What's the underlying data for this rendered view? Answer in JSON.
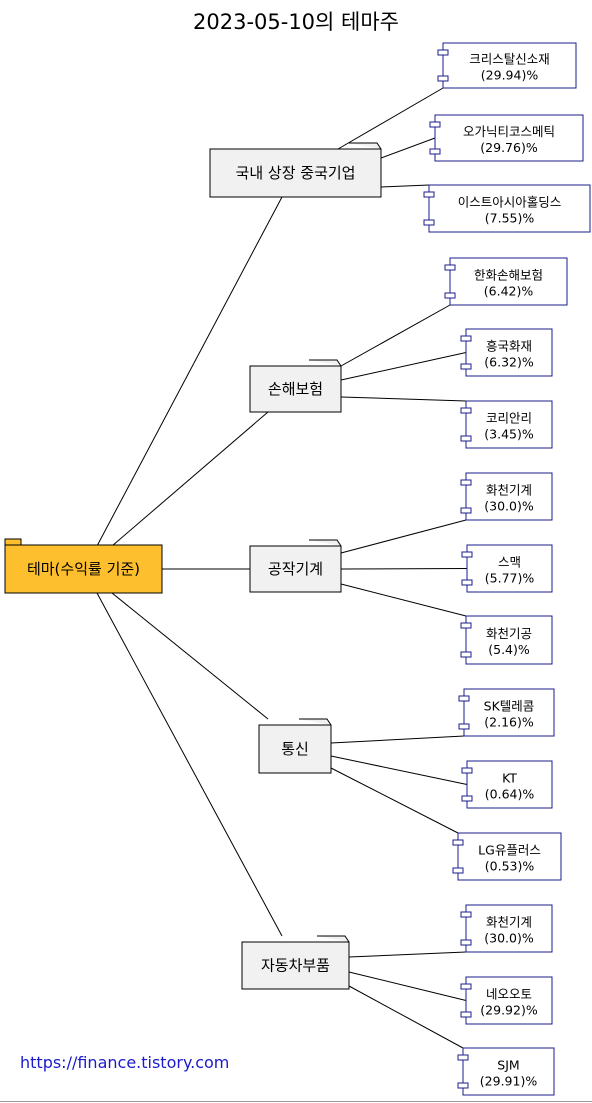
{
  "title": "2023-05-10의 테마주",
  "root": {
    "label": "테마(수익률 기준)"
  },
  "groups": [
    {
      "label": "국내 상장 중국기업",
      "items": [
        {
          "name": "크리스탈신소재",
          "pct": "(29.94)%"
        },
        {
          "name": "오가닉티코스메틱",
          "pct": "(29.76)%"
        },
        {
          "name": "이스트아시아홀딩스",
          "pct": "(7.55)%"
        }
      ]
    },
    {
      "label": "손해보험",
      "items": [
        {
          "name": "한화손해보험",
          "pct": "(6.42)%"
        },
        {
          "name": "흥국화재",
          "pct": "(6.32)%"
        },
        {
          "name": "코리안리",
          "pct": "(3.45)%"
        }
      ]
    },
    {
      "label": "공작기계",
      "items": [
        {
          "name": "화천기계",
          "pct": "(30.0)%"
        },
        {
          "name": "스맥",
          "pct": "(5.77)%"
        },
        {
          "name": "화천기공",
          "pct": "(5.4)%"
        }
      ]
    },
    {
      "label": "통신",
      "items": [
        {
          "name": "SK텔레콤",
          "pct": "(2.16)%"
        },
        {
          "name": "KT",
          "pct": "(0.64)%"
        },
        {
          "name": "LG유플러스",
          "pct": "(0.53)%"
        }
      ]
    },
    {
      "label": "자동차부품",
      "items": [
        {
          "name": "화천기계",
          "pct": "(30.0)%"
        },
        {
          "name": "네오오토",
          "pct": "(29.92)%"
        },
        {
          "name": "SJM",
          "pct": "(29.91)%"
        }
      ]
    }
  ],
  "colors": {
    "root_fill": "#FDBF2D",
    "folder_fill": "#F1F1F1",
    "leaf_border": "#1C1C8C",
    "link": "#1A1ACC"
  },
  "footer": {
    "link_text": "https://finance.tistory.com"
  }
}
